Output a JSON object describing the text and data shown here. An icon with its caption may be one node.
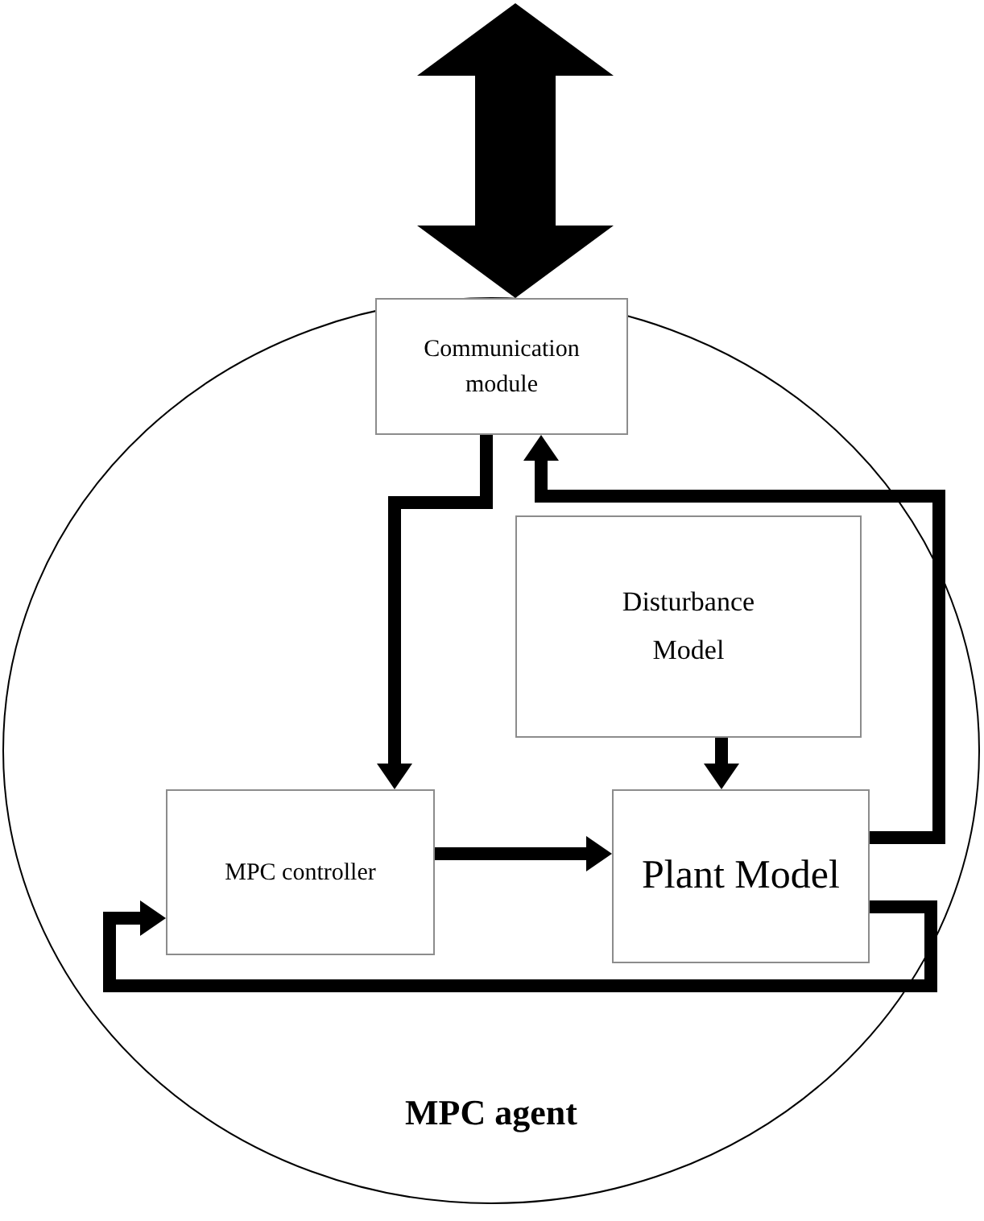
{
  "diagram": {
    "nodes": [
      {
        "text": [
          "MPC agent"
        ]
      },
      {
        "text": [
          "Communication module"
        ],
        "in": 0
      },
      {
        "text": [
          "Disturbance Model"
        ],
        "in": 0
      },
      {
        "text": [
          "MPC controller"
        ],
        "in": 0
      },
      {
        "text": [
          "Plant Model"
        ],
        "in": 0
      }
    ],
    "edges": [
      {
        "from": null,
        "to": 1,
        "arrow": "both",
        "style": "thick"
      },
      {
        "from": 1,
        "to": 3,
        "arrow": "to"
      },
      {
        "from": 4,
        "to": 1,
        "arrow": "to"
      },
      {
        "from": 2,
        "to": 4,
        "arrow": "to"
      },
      {
        "from": 3,
        "to": 4,
        "arrow": "to"
      },
      {
        "from": 4,
        "to": 3,
        "arrow": "to"
      }
    ]
  }
}
